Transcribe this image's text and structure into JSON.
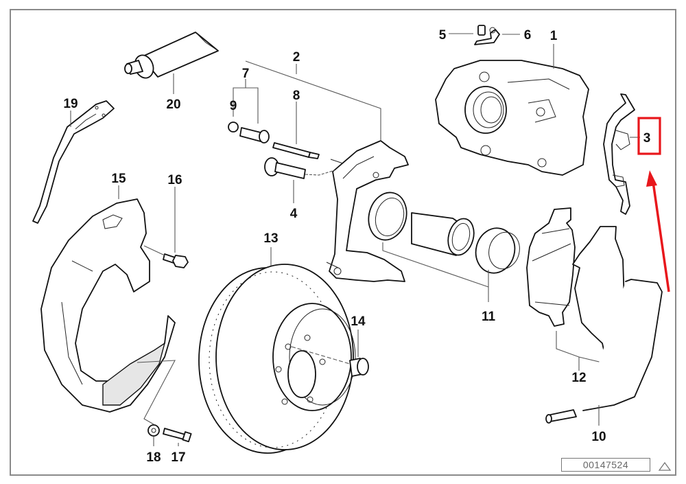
{
  "diagram": {
    "type": "exploded-parts-diagram",
    "subject": "Front brake assembly",
    "reference_number": "00147524",
    "highlight": {
      "part_number": "3",
      "color": "#e8171c",
      "annotation": "red box with arrow pointing to part 3"
    },
    "colors": {
      "line": "#111111",
      "frame": "#8a8a8a",
      "highlight": "#e8171c",
      "reference_text": "#666666"
    },
    "callouts": [
      {
        "id": "1",
        "label": "1",
        "part": "brake caliper housing"
      },
      {
        "id": "2",
        "label": "2",
        "part": "caliper carrier / bracket"
      },
      {
        "id": "3",
        "label": "3",
        "part": "anti-rattle spring clip"
      },
      {
        "id": "4",
        "label": "4",
        "part": "hex bolt"
      },
      {
        "id": "5",
        "label": "5",
        "part": "bleeder screw"
      },
      {
        "id": "6",
        "label": "6",
        "part": "dust cap"
      },
      {
        "id": "7",
        "label": "7",
        "part": "guide sleeve set"
      },
      {
        "id": "8",
        "label": "8",
        "part": "guide pin"
      },
      {
        "id": "9",
        "label": "9",
        "part": "protective cap"
      },
      {
        "id": "10",
        "label": "10",
        "part": "brake pad wear sensor"
      },
      {
        "id": "11",
        "label": "11",
        "part": "piston and seal kit"
      },
      {
        "id": "12",
        "label": "12",
        "part": "brake pad set"
      },
      {
        "id": "13",
        "label": "13",
        "part": "brake disc (vented)"
      },
      {
        "id": "14",
        "label": "14",
        "part": "disc retaining screw"
      },
      {
        "id": "15",
        "label": "15",
        "part": "brake dust shield"
      },
      {
        "id": "16",
        "label": "16",
        "part": "hex bolt"
      },
      {
        "id": "17",
        "label": "17",
        "part": "stud bolt"
      },
      {
        "id": "18",
        "label": "18",
        "part": "nut"
      },
      {
        "id": "19",
        "label": "19",
        "part": "wear sensor bracket / cable guide"
      },
      {
        "id": "20",
        "label": "20",
        "part": "grease tube"
      }
    ]
  }
}
